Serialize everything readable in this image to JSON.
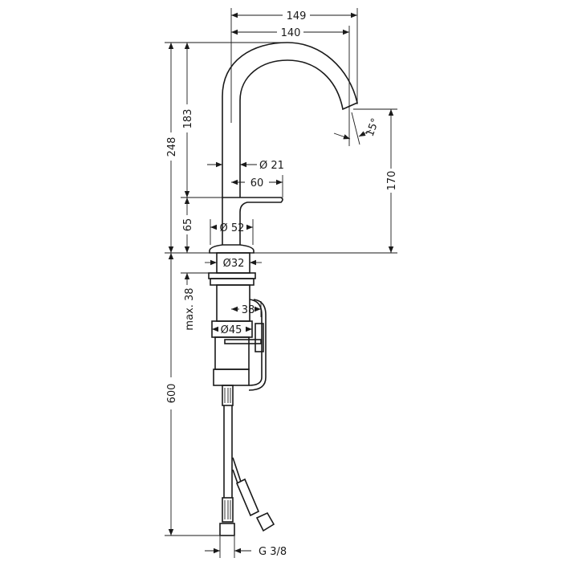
{
  "drawing": {
    "subject": "faucet-dimension-drawing",
    "line_color": "#1a1a1a",
    "background": "#ffffff",
    "dimensions": {
      "overall_reach": "149",
      "spout_reach": "140",
      "total_height": "248",
      "spout_height": "183",
      "base_height": "65",
      "spout_clearance": "170",
      "spout_angle": "15°",
      "spout_diameter": "Ø 21",
      "lever_length": "60",
      "base_diameter": "Ø 52",
      "hole_diameter": "Ø32",
      "max_deck_thickness": "max. 38",
      "waste_offset": "38",
      "nut_diameter": "Ø45",
      "hose_length": "600",
      "connection_thread": "G 3/8"
    }
  }
}
